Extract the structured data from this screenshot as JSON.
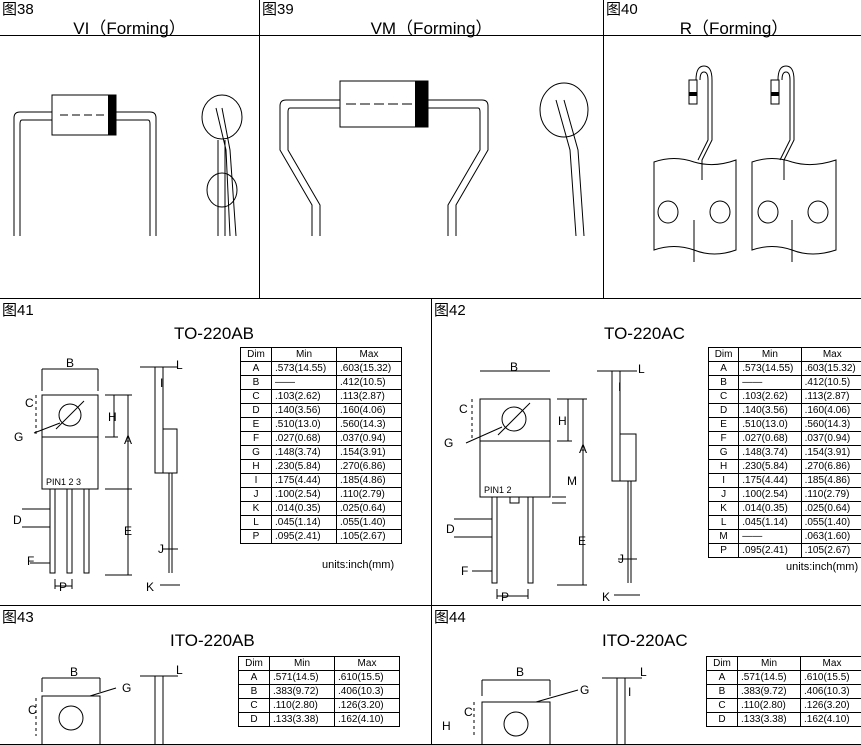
{
  "panels": {
    "p38": {
      "fig": "图38",
      "title": "VI（Forming）"
    },
    "p39": {
      "fig": "图39",
      "title": "VM（Forming）"
    },
    "p40": {
      "fig": "图40",
      "title": "R（Forming）"
    },
    "p41": {
      "fig": "图41",
      "title": "TO-220AB",
      "units": "units:inch(mm)"
    },
    "p42": {
      "fig": "图42",
      "title": "TO-220AC",
      "units": "units:inch(mm)"
    },
    "p43": {
      "fig": "图43",
      "title": "ITO-220AB"
    },
    "p44": {
      "fig": "图44",
      "title": "ITO-220AC"
    }
  },
  "table_header": [
    "Dim",
    "Min",
    "Max"
  ],
  "tables": {
    "t41": [
      [
        "A",
        ".573(14.55)",
        ".603(15.32)"
      ],
      [
        "B",
        "——",
        ".412(10.5)"
      ],
      [
        "C",
        ".103(2.62)",
        ".113(2.87)"
      ],
      [
        "D",
        ".140(3.56)",
        ".160(4.06)"
      ],
      [
        "E",
        ".510(13.0)",
        ".560(14.3)"
      ],
      [
        "F",
        ".027(0.68)",
        ".037(0.94)"
      ],
      [
        "G",
        ".148(3.74)",
        ".154(3.91)"
      ],
      [
        "H",
        ".230(5.84)",
        ".270(6.86)"
      ],
      [
        "I",
        ".175(4.44)",
        ".185(4.86)"
      ],
      [
        "J",
        ".100(2.54)",
        ".110(2.79)"
      ],
      [
        "K",
        ".014(0.35)",
        ".025(0.64)"
      ],
      [
        "L",
        ".045(1.14)",
        ".055(1.40)"
      ],
      [
        "P",
        ".095(2.41)",
        ".105(2.67)"
      ]
    ],
    "t42": [
      [
        "A",
        ".573(14.55)",
        ".603(15.32)"
      ],
      [
        "B",
        "——",
        ".412(10.5)"
      ],
      [
        "C",
        ".103(2.62)",
        ".113(2.87)"
      ],
      [
        "D",
        ".140(3.56)",
        ".160(4.06)"
      ],
      [
        "E",
        ".510(13.0)",
        ".560(14.3)"
      ],
      [
        "F",
        ".027(0.68)",
        ".037(0.94)"
      ],
      [
        "G",
        ".148(3.74)",
        ".154(3.91)"
      ],
      [
        "H",
        ".230(5.84)",
        ".270(6.86)"
      ],
      [
        "I",
        ".175(4.44)",
        ".185(4.86)"
      ],
      [
        "J",
        ".100(2.54)",
        ".110(2.79)"
      ],
      [
        "K",
        ".014(0.35)",
        ".025(0.64)"
      ],
      [
        "L",
        ".045(1.14)",
        ".055(1.40)"
      ],
      [
        "M",
        "——",
        ".063(1.60)"
      ],
      [
        "P",
        ".095(2.41)",
        ".105(2.67)"
      ]
    ],
    "t43": [
      [
        "A",
        ".571(14.5)",
        ".610(15.5)"
      ],
      [
        "B",
        ".383(9.72)",
        ".406(10.3)"
      ],
      [
        "C",
        ".110(2.80)",
        ".126(3.20)"
      ],
      [
        "D",
        ".133(3.38)",
        ".162(4.10)"
      ]
    ],
    "t44": [
      [
        "A",
        ".571(14.5)",
        ".610(15.5)"
      ],
      [
        "B",
        ".383(9.72)",
        ".406(10.3)"
      ],
      [
        "C",
        ".110(2.80)",
        ".126(3.20)"
      ],
      [
        "D",
        ".133(3.38)",
        ".162(4.10)"
      ]
    ]
  },
  "dim_labels": {
    "p41": {
      "B": "B",
      "C": "C",
      "H": "H",
      "A": "A",
      "G": "G",
      "D": "D",
      "E": "E",
      "F": "F",
      "P": "P",
      "L": "L",
      "I": "I",
      "J": "J",
      "K": "K",
      "pins": "PIN1  2    3"
    },
    "p42": {
      "B": "B",
      "C": "C",
      "H": "H",
      "A": "A",
      "G": "G",
      "D": "D",
      "E": "E",
      "F": "F",
      "P": "P",
      "L": "L",
      "I": "I",
      "J": "J",
      "K": "K",
      "M": "M",
      "pins": "PIN1        2"
    },
    "p43": {
      "B": "B",
      "C": "C",
      "G": "G",
      "L": "L"
    },
    "p44": {
      "B": "B",
      "C": "C",
      "G": "G",
      "L": "L",
      "I": "I",
      "H": "H"
    }
  }
}
